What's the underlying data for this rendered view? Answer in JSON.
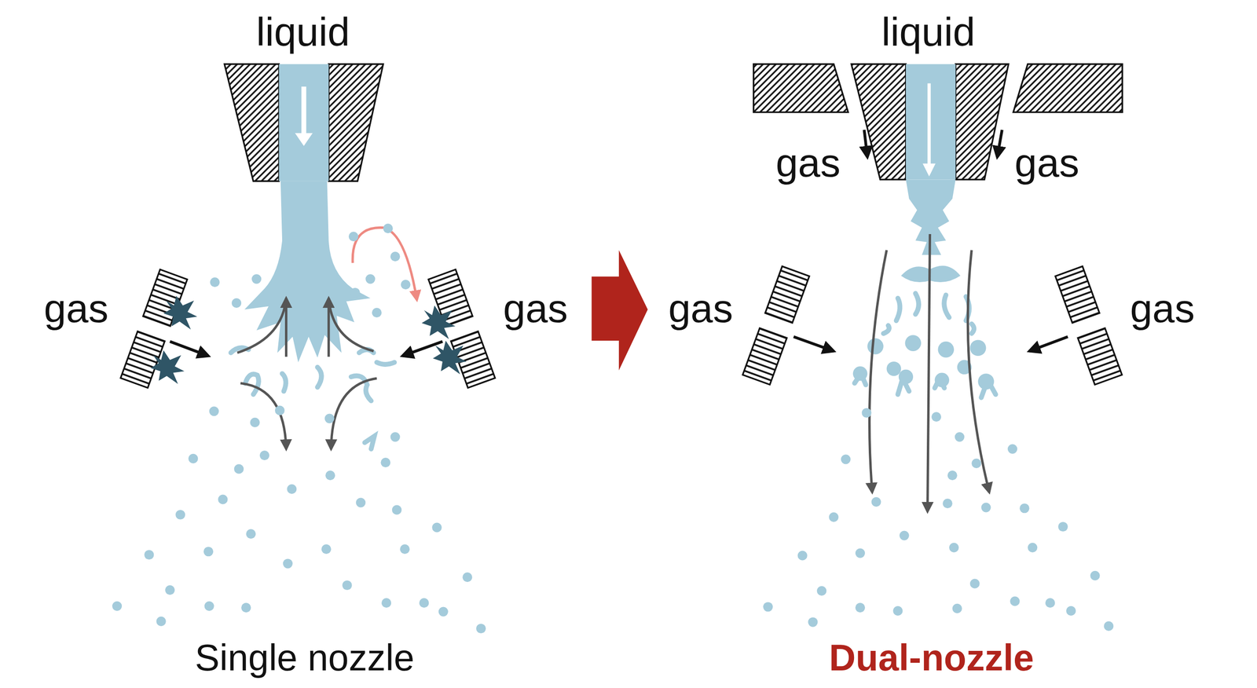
{
  "diagram": {
    "labels": [
      "liquid",
      "liquid",
      "gas",
      "gas",
      "gas",
      "gas",
      "gas",
      "gas",
      "Single nozzle",
      "Dual-nozzle"
    ]
  }
}
